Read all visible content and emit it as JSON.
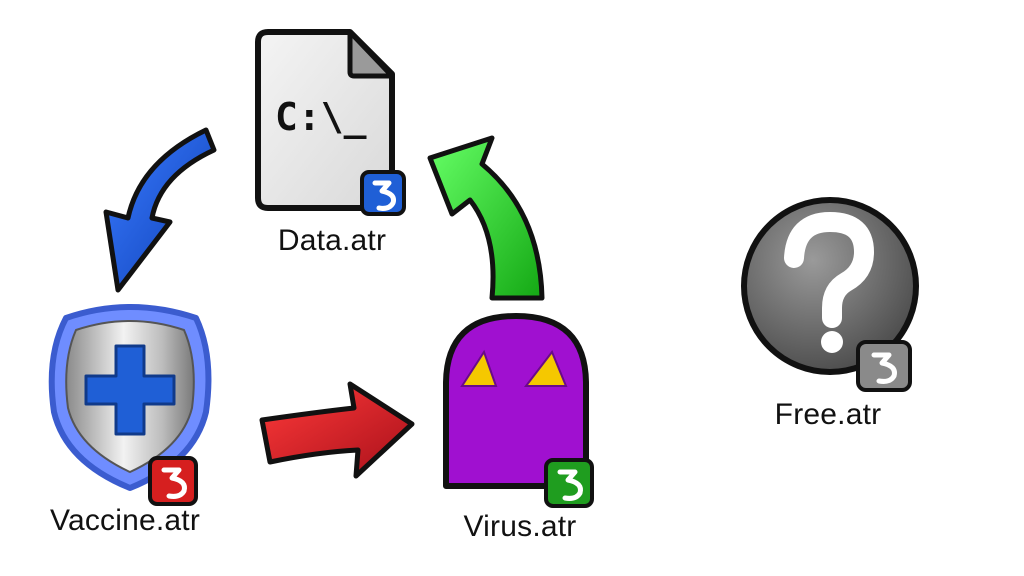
{
  "files": {
    "data": {
      "label": "Data.atr",
      "icon": "document-icon",
      "badge_color": "#1f5fd6",
      "prompt": "C:\\_"
    },
    "vaccine": {
      "label": "Vaccine.atr",
      "icon": "shield-plus-icon",
      "badge_color": "#d61f1f",
      "cross_color": "#1f5fd6"
    },
    "virus": {
      "label": "Virus.atr",
      "icon": "ghost-icon",
      "badge_color": "#1f9d1f",
      "body_color": "#a010d0",
      "eye_color": "#f5c800"
    },
    "free": {
      "label": "Free.atr",
      "icon": "question-mark-icon",
      "badge_color": "#808080"
    }
  },
  "arrows": {
    "data_to_vaccine": {
      "color": "#1a56d6"
    },
    "vaccine_to_virus": {
      "color": "#d81f2a"
    },
    "virus_to_data": {
      "color": "#22cc22"
    }
  }
}
